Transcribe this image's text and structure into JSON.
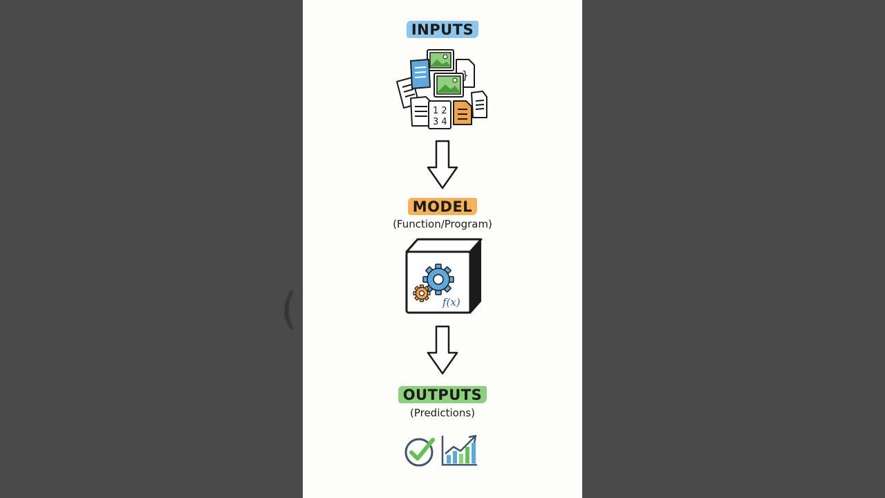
{
  "background": {
    "panel_color": "#fdfdfb",
    "backdrop_color": "#4b4b4b"
  },
  "inputs": {
    "label": "INPUTS",
    "highlight": "#8ec5ea",
    "icon": "document-pile-icon",
    "sheet_digits": "1 2\n3 4",
    "sheet_code": "}"
  },
  "model": {
    "label": "MODEL",
    "sublabel": "(Function/Program)",
    "highlight": "#f6b25a",
    "icon": "gear-box-icon",
    "function_text": "f(x)"
  },
  "outputs": {
    "label": "OUTPUTS",
    "sublabel": "(Predictions)",
    "highlight": "#8fd07f",
    "icons": [
      "check-circle-icon",
      "growth-chart-icon"
    ]
  },
  "colors": {
    "blue": "#5fa8dc",
    "orange": "#f2a34f",
    "green": "#69bf57",
    "ink": "#1b1b1b"
  }
}
